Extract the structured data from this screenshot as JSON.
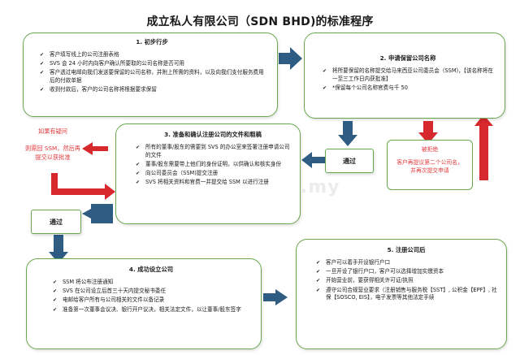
{
  "title": "成立私人有限公司（SDN BHD)的标准程序",
  "step1": {
    "heading": "1.   初步行步",
    "items": [
      "客户填写线上的公司注册表格",
      "SVS 会 24 小时内向客户确认所要取的公司名称是否可用",
      "客户透过电邮向我们发送要保留的公司名称，并附上所需的资料，以及向我们支付服务费用后的付款单据",
      "收到付款后，客户的公司名称将根据要求保留"
    ]
  },
  "step2": {
    "heading": "2. 申请保留公司名称",
    "items": [
      "将所要保留的名称提交给马来西亚公司委员会（SSM)，【该名称将在一至三工作日内获批准】",
      "*保留每个公司名称官费与千 50"
    ]
  },
  "step3": {
    "heading": "3. 准备和确认注册公司的文件和粗稿",
    "items": [
      "所有的董事/股东的需要到 SVS 的办公室来签署注册申请公司的文件",
      "董事/股东需要带上他们的身份证明，以供确认和核实身份",
      "向公司委员会（SSM)提交注册",
      "SVS 将相关资料和官费一并提交给 SSM 以进行注册"
    ]
  },
  "step4": {
    "heading": "4. 成功设立公司",
    "items": [
      "SSM 将公布注册通知",
      "SVS 在公司设立后首三十天内提交秘书委任",
      "电邮给客户所有与公司相关的文件以备记录",
      "准备第一次董事会议决、银行开户议决，相关法定文件，以让董事/股东签字"
    ]
  },
  "step5": {
    "heading": "5. 注册公司后",
    "items": [
      "客户可以着手开设银行户口",
      "一旦开设了银行户口，客户可以选择增加实缴资本",
      "开始营业前，要获得相关许可证/执照",
      "遵守公司合规营业要求（注册销售与服务税【SST】, 公积金【EPF】, 社保【SOSCO, EIS】，电子发票等其他法定手续"
    ]
  },
  "labels": {
    "pass_1": "通过",
    "pass_2": "通过",
    "rejected": "被拒绝",
    "rejected_note": "客户再提议第二个公司名，并再次提交申请",
    "query_title": "如果有疑问",
    "query_note": "则需回 SSM，然后再提交以获批准"
  },
  "watermark": "mudah.my",
  "colors": {
    "box_border": "#6aa84f",
    "arrow_blue": "#2e5c83",
    "arrow_red": "#d7282e",
    "red_text": "#e0393c"
  }
}
